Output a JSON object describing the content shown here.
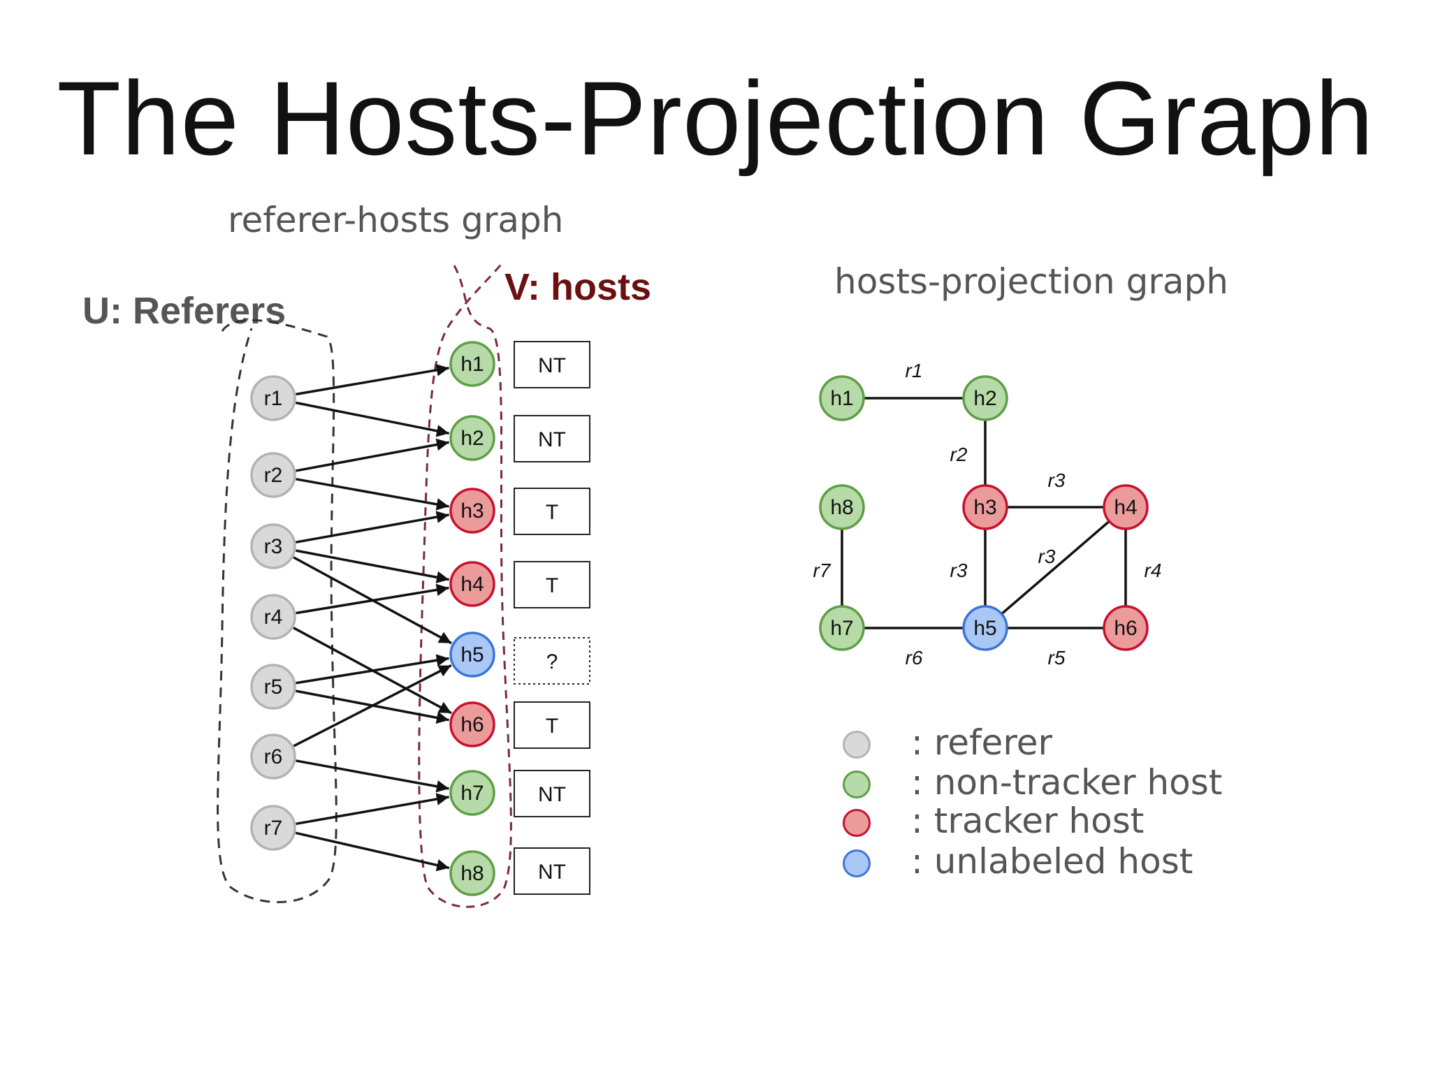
{
  "title": "The Hosts-Projection Graph",
  "bipartite": {
    "caption": "referer-hosts graph",
    "u_label": "U: Referers",
    "v_label": "V: hosts",
    "referers": [
      "r1",
      "r2",
      "r3",
      "r4",
      "r5",
      "r6",
      "r7"
    ],
    "hosts": [
      {
        "id": "h1",
        "type": "non-tracker",
        "label": "NT"
      },
      {
        "id": "h2",
        "type": "non-tracker",
        "label": "NT"
      },
      {
        "id": "h3",
        "type": "tracker",
        "label": "T"
      },
      {
        "id": "h4",
        "type": "tracker",
        "label": "T"
      },
      {
        "id": "h5",
        "type": "unlabeled",
        "label": "?"
      },
      {
        "id": "h6",
        "type": "tracker",
        "label": "T"
      },
      {
        "id": "h7",
        "type": "non-tracker",
        "label": "NT"
      },
      {
        "id": "h8",
        "type": "non-tracker",
        "label": "NT"
      }
    ],
    "edges": [
      [
        "r1",
        "h1"
      ],
      [
        "r1",
        "h2"
      ],
      [
        "r2",
        "h2"
      ],
      [
        "r2",
        "h3"
      ],
      [
        "r3",
        "h3"
      ],
      [
        "r3",
        "h4"
      ],
      [
        "r3",
        "h5"
      ],
      [
        "r4",
        "h4"
      ],
      [
        "r4",
        "h6"
      ],
      [
        "r5",
        "h5"
      ],
      [
        "r5",
        "h6"
      ],
      [
        "r6",
        "h5"
      ],
      [
        "r6",
        "h7"
      ],
      [
        "r7",
        "h7"
      ],
      [
        "r7",
        "h8"
      ]
    ]
  },
  "projection": {
    "caption": "hosts-projection graph",
    "nodes": [
      {
        "id": "h1",
        "type": "non-tracker"
      },
      {
        "id": "h2",
        "type": "non-tracker"
      },
      {
        "id": "h3",
        "type": "tracker"
      },
      {
        "id": "h4",
        "type": "tracker"
      },
      {
        "id": "h5",
        "type": "unlabeled"
      },
      {
        "id": "h6",
        "type": "tracker"
      },
      {
        "id": "h7",
        "type": "non-tracker"
      },
      {
        "id": "h8",
        "type": "non-tracker"
      }
    ],
    "edges": [
      {
        "from": "h1",
        "to": "h2",
        "label": "r1"
      },
      {
        "from": "h2",
        "to": "h3",
        "label": "r2"
      },
      {
        "from": "h3",
        "to": "h4",
        "label": "r3"
      },
      {
        "from": "h3",
        "to": "h5",
        "label": "r3"
      },
      {
        "from": "h4",
        "to": "h5",
        "label": "r3"
      },
      {
        "from": "h4",
        "to": "h6",
        "label": "r4"
      },
      {
        "from": "h8",
        "to": "h7",
        "label": "r7"
      },
      {
        "from": "h7",
        "to": "h5",
        "label": "r6"
      },
      {
        "from": "h5",
        "to": "h6",
        "label": "r5"
      }
    ]
  },
  "legend": [
    {
      "type": "referer",
      "text": ": referer"
    },
    {
      "type": "non-tracker",
      "text": ": non-tracker host"
    },
    {
      "type": "tracker",
      "text": ": tracker host"
    },
    {
      "type": "unlabeled",
      "text": ": unlabeled host"
    }
  ],
  "colors": {
    "referer": {
      "fill": "#d9d9d9",
      "stroke": "#b3b3b3"
    },
    "non-tracker": {
      "fill": "#b7dba8",
      "stroke": "#5e9e45"
    },
    "tracker": {
      "fill": "#ec9b9b",
      "stroke": "#c8102e"
    },
    "unlabeled": {
      "fill": "#a9c8f5",
      "stroke": "#3d74d8"
    },
    "u_label": "#555555",
    "v_label": "#6b1010",
    "hosts_outline": "#7a2a3a",
    "referers_outline": "#333333"
  }
}
